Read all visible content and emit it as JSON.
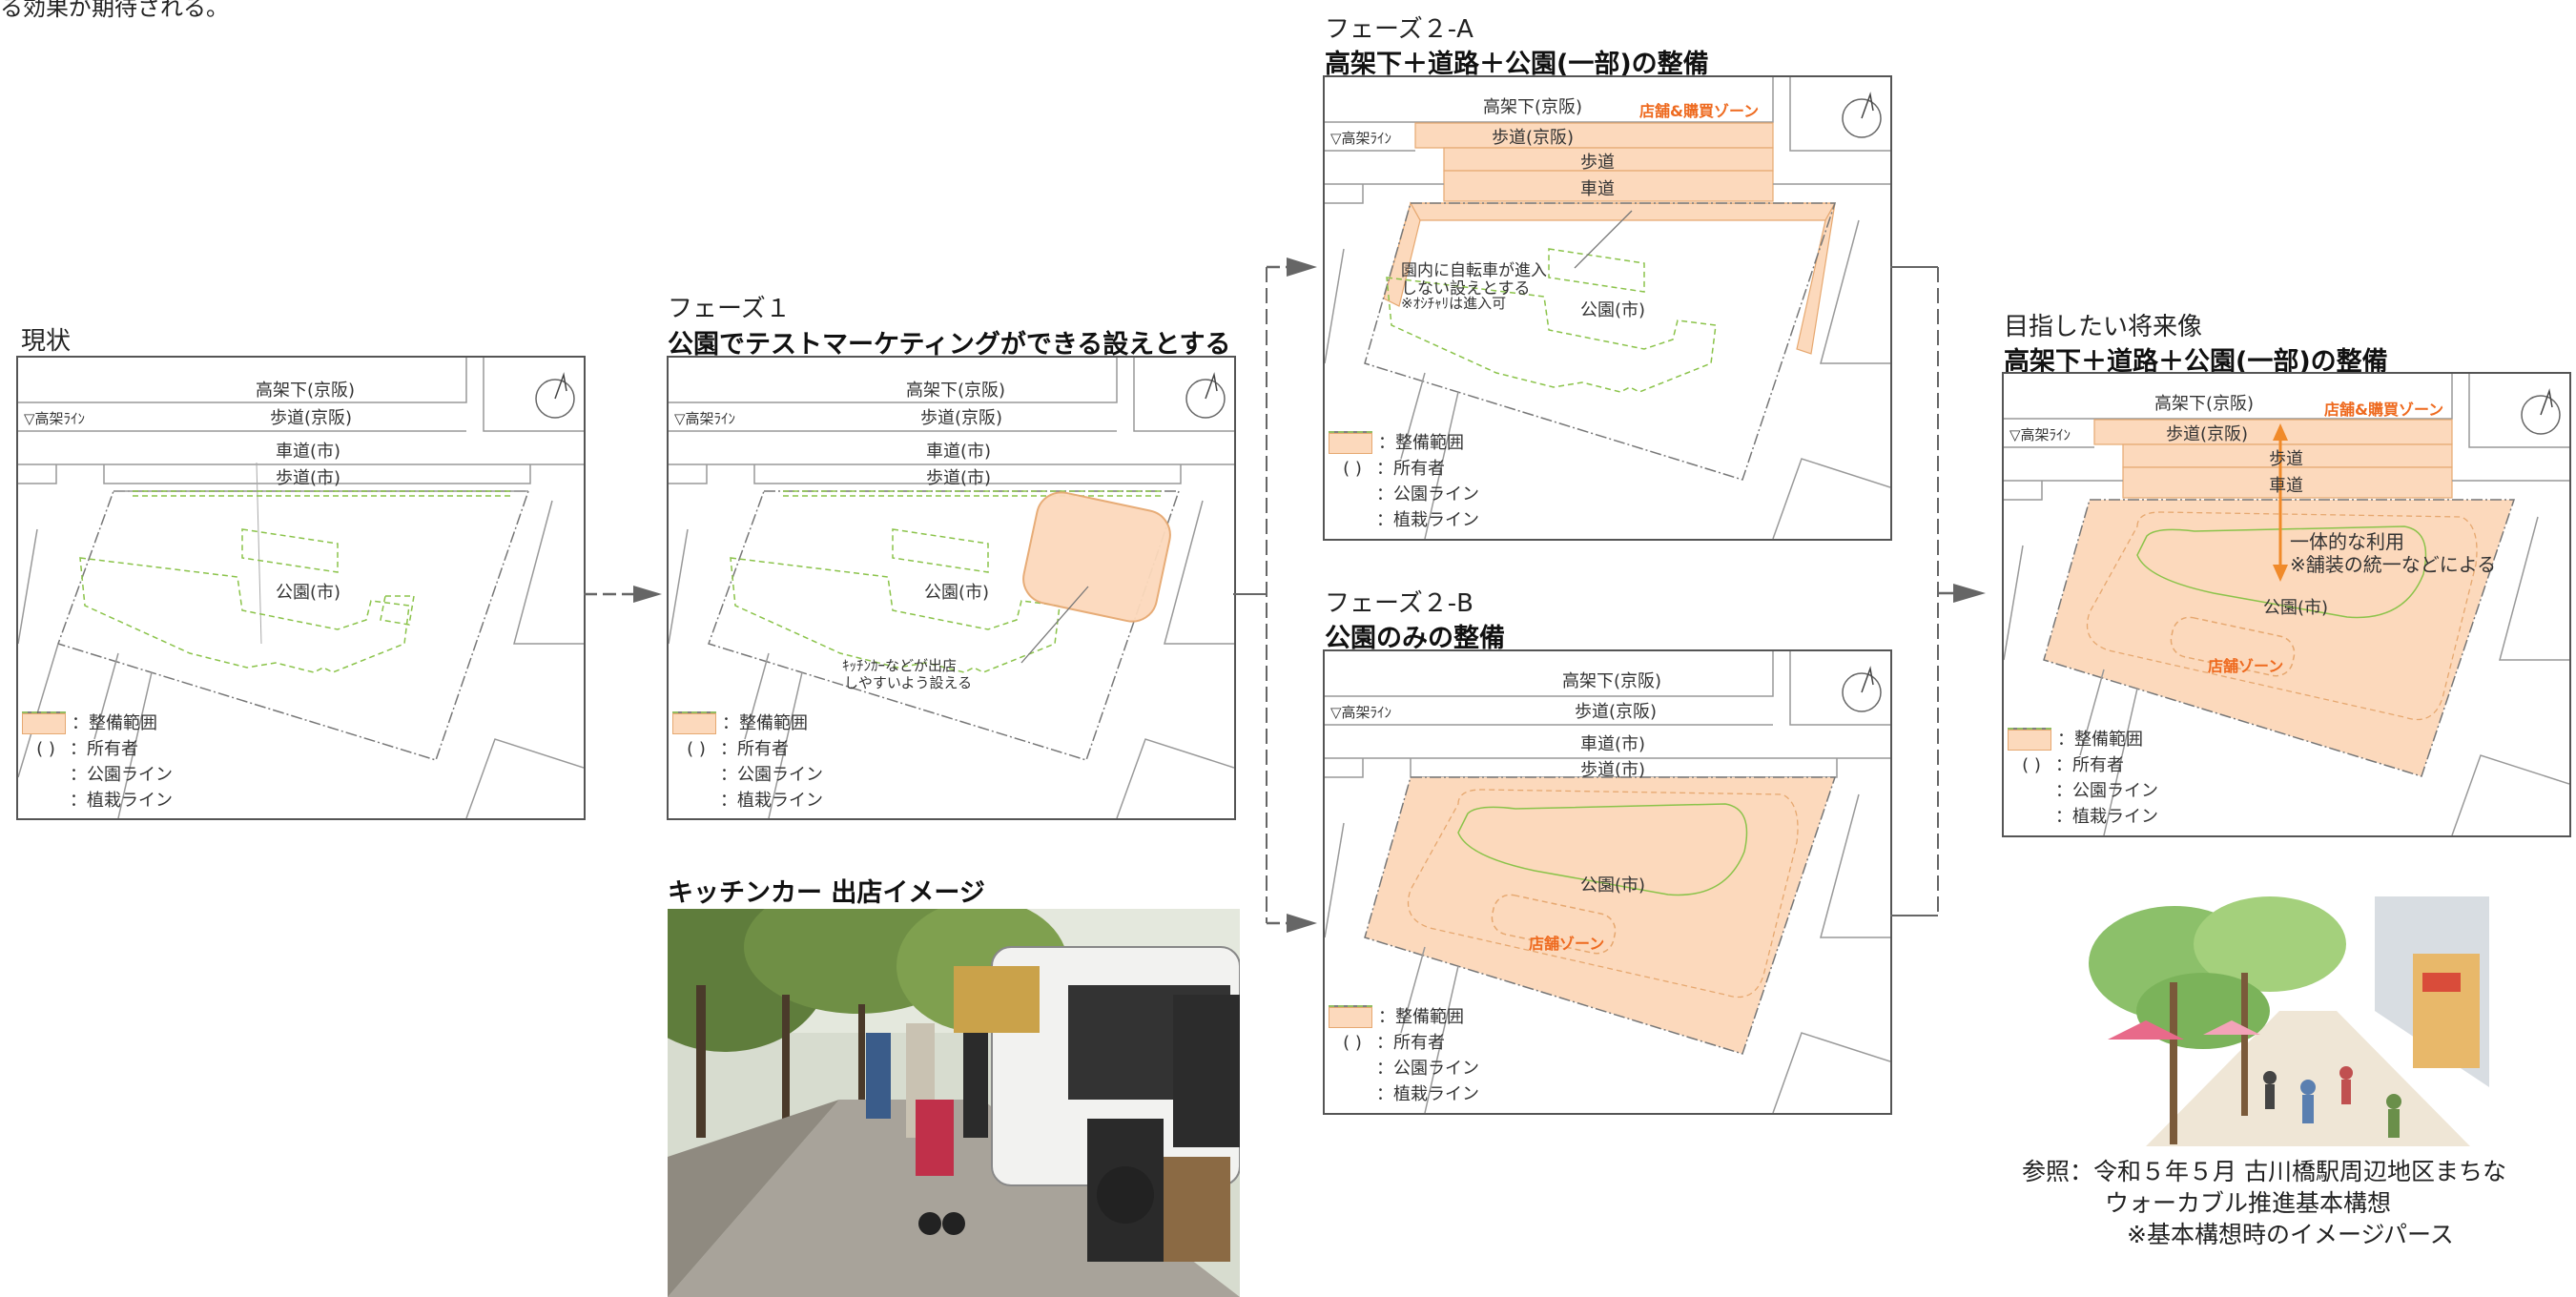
{
  "top_text": "る効果が期待される。",
  "labels": {
    "elevated": "高架下(京阪)",
    "walk_keihan": "歩道(京阪)",
    "road_city": "車道(市)",
    "walk_city": "歩道(市)",
    "park_city": "公園(市)",
    "walk": "歩道",
    "road": "車道",
    "elevated_line": "▽高架ﾗｲﾝ",
    "shop_buy_zone": "店舗&購買ゾーン",
    "shop_zone": "店舗ゾーン"
  },
  "legend": {
    "range": "：整備範囲",
    "owner_key": "( )",
    "owner": "：所有者",
    "park_line": "：公園ライン",
    "plant_line": "：植栽ライン"
  },
  "panels": {
    "current": {
      "title": "現状"
    },
    "phase1": {
      "title": "フェーズ１",
      "subtitle": "公園でテストマーケティングができる設えとする",
      "note_line1": "ｷｯﾁﾝｶｰなどが出店",
      "note_line2": "しやすいよう設える"
    },
    "phase2a": {
      "title": "フェーズ２-A",
      "subtitle": "高架下＋道路＋公園(一部)の整備",
      "note_line1": "園内に自転車が進入",
      "note_line2": "しない設えとする",
      "note_line3": "※ｵｼﾁｬﾘは進入可"
    },
    "phase2b": {
      "title": "フェーズ２-B",
      "subtitle": "公園のみの整備"
    },
    "future": {
      "title": "目指したい将来像",
      "subtitle": "高架下＋道路＋公園(一部)の整備",
      "note_line1": "一体的な利用",
      "note_line2": "※舗装の統一などによる"
    }
  },
  "kitchen_car": {
    "title": "キッチンカー 出店イメージ"
  },
  "reference": {
    "line1": "参照：令和５年５月 古川橋駅周辺地区まちな",
    "line2": "ウォーカブル推進基本構想",
    "line3": "※基本構想時のイメージパース"
  },
  "colors": {
    "fill": "#fcd9bc",
    "fill_edge": "#e6a870",
    "accent_orange": "#ee6a1f",
    "plant_line": "#8bc34a",
    "frame": "#555555",
    "arrow": "#666666"
  }
}
